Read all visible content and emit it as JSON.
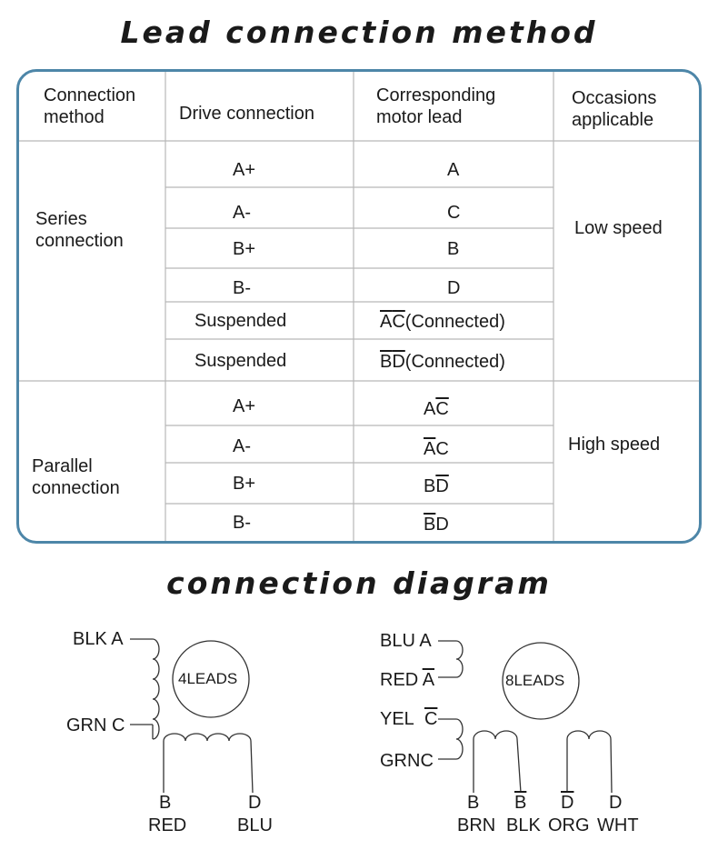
{
  "title": "Lead connection method",
  "table": {
    "headers": {
      "method": [
        "Connection",
        "method"
      ],
      "drive": "Drive connection",
      "lead": [
        "Corresponding",
        "motor lead"
      ],
      "occasion": [
        "Occasions",
        "applicable"
      ]
    },
    "series": {
      "method": [
        "Series",
        "connection"
      ],
      "occasion": "Low speed",
      "drive": [
        "A+",
        "A-",
        "B+",
        "B-",
        "Suspended",
        "Suspended"
      ],
      "lead_a": "A",
      "lead_c": "C",
      "lead_b": "B",
      "lead_d": "D",
      "lead_ac": "A",
      "lead_ac2": "C",
      "lead_ac_note": "(Connected)",
      "lead_bd": "B",
      "lead_bd2": "D",
      "lead_bd_note": "(Connected)"
    },
    "parallel": {
      "method": [
        "Parallel",
        "connection"
      ],
      "occasion": "High speed",
      "drive": [
        "A+",
        "A-",
        "B+",
        "B-"
      ],
      "l1a": "A",
      "l1b": "C",
      "l2a": "A",
      "l2b": "C",
      "l3a": "B",
      "l3b": "D",
      "l4a": "B",
      "l4b": "D"
    }
  },
  "diagram_title": "connection diagram",
  "diagram4": {
    "motor_label": "4LEADS",
    "top_left": "BLK A",
    "bottom_left": "GRN C",
    "b_letter": "B",
    "b_color": "RED",
    "d_letter": "D",
    "d_color": "BLU"
  },
  "diagram8": {
    "motor_label": "8LEADS",
    "l1": "BLU A",
    "l2_color": "RED",
    "l2_letter": "A",
    "l3_color": "YEL",
    "l3_letter": "C",
    "l4": "GRNC",
    "bottom_letters": [
      "B",
      "B",
      "D",
      "D"
    ],
    "bottom_colors": [
      "BRN",
      "BLK",
      "ORG",
      "WHT"
    ]
  },
  "colors": {
    "border": "#4d86a8",
    "grid": "#b8b8b8",
    "ink": "#1a1a1a"
  }
}
